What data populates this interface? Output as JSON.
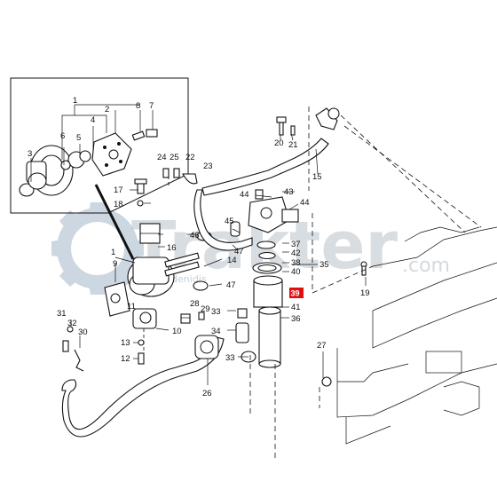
{
  "watermark": {
    "brand": "Trakter",
    "domain": ".com",
    "sub": "rakterdenidis"
  },
  "highlight": {
    "label": "39",
    "color": "#e01010"
  },
  "callouts": [
    {
      "id": "c1a",
      "text": "1"
    },
    {
      "id": "c2",
      "text": "2"
    },
    {
      "id": "c3",
      "text": "3"
    },
    {
      "id": "c4",
      "text": "4"
    },
    {
      "id": "c5",
      "text": "5"
    },
    {
      "id": "c6",
      "text": "6"
    },
    {
      "id": "c7",
      "text": "7"
    },
    {
      "id": "c8",
      "text": "8"
    },
    {
      "id": "c9",
      "text": "9"
    },
    {
      "id": "c10",
      "text": "10"
    },
    {
      "id": "c11",
      "text": "11"
    },
    {
      "id": "c12",
      "text": "12"
    },
    {
      "id": "c13",
      "text": "13"
    },
    {
      "id": "c14",
      "text": "14"
    },
    {
      "id": "c15",
      "text": "15"
    },
    {
      "id": "c16",
      "text": "16"
    },
    {
      "id": "c17",
      "text": "17"
    },
    {
      "id": "c18",
      "text": "18"
    },
    {
      "id": "c19",
      "text": "19"
    },
    {
      "id": "c20",
      "text": "20"
    },
    {
      "id": "c21",
      "text": "21"
    },
    {
      "id": "c22",
      "text": "22"
    },
    {
      "id": "c23",
      "text": "23"
    },
    {
      "id": "c24",
      "text": "24"
    },
    {
      "id": "c25",
      "text": "25"
    },
    {
      "id": "c26",
      "text": "26"
    },
    {
      "id": "c27",
      "text": "27"
    },
    {
      "id": "c28",
      "text": "28"
    },
    {
      "id": "c29",
      "text": "29"
    },
    {
      "id": "c30",
      "text": "30"
    },
    {
      "id": "c31",
      "text": "31"
    },
    {
      "id": "c32",
      "text": "32"
    },
    {
      "id": "c33a",
      "text": "33"
    },
    {
      "id": "c33b",
      "text": "33"
    },
    {
      "id": "c34",
      "text": "34"
    },
    {
      "id": "c35",
      "text": "35"
    },
    {
      "id": "c36",
      "text": "36"
    },
    {
      "id": "c37",
      "text": "37"
    },
    {
      "id": "c38",
      "text": "38"
    },
    {
      "id": "c40",
      "text": "40"
    },
    {
      "id": "c41",
      "text": "41"
    },
    {
      "id": "c42",
      "text": "42"
    },
    {
      "id": "c43",
      "text": "43"
    },
    {
      "id": "c44a",
      "text": "44"
    },
    {
      "id": "c44b",
      "text": "44"
    },
    {
      "id": "c45",
      "text": "45"
    },
    {
      "id": "c46",
      "text": "46"
    },
    {
      "id": "c47a",
      "text": "47"
    },
    {
      "id": "c47b",
      "text": "47"
    },
    {
      "id": "c1b",
      "text": "1"
    }
  ]
}
